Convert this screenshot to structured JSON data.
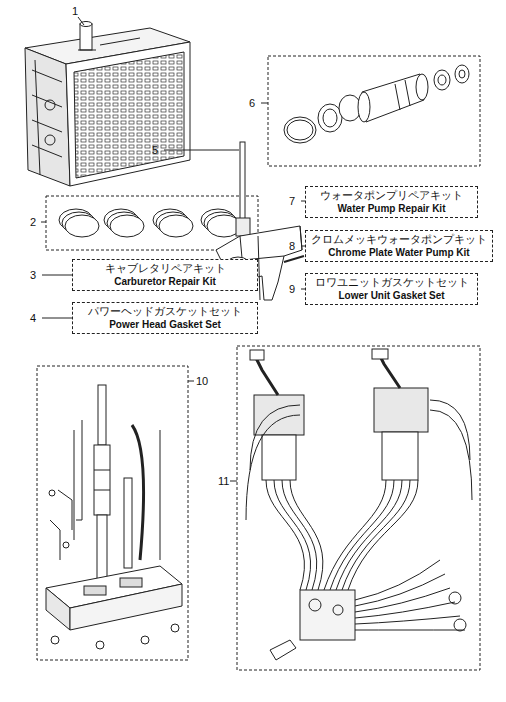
{
  "diagram": {
    "nodes": [
      {
        "text": [
          "キャブレタリペアキット",
          "Carburetor Repair Kit"
        ]
      },
      {
        "text": [
          "パワーヘッドガスケットセット",
          "Power Head Gasket Set"
        ]
      },
      {
        "text": [
          "ウォータポンプリペアキット",
          "Water Pump Repair Kit"
        ]
      },
      {
        "text": [
          "クロムメッキウォータポンプキット",
          "Chrome Plate Water Pump Kit"
        ]
      },
      {
        "text": [
          "ロワユニットガスケットセット",
          "Lower Unit Gasket Set"
        ]
      }
    ],
    "labels": [
      "1",
      "2",
      "3",
      "4",
      "5",
      "6",
      "7",
      "8",
      "9",
      "10",
      "11"
    ]
  }
}
